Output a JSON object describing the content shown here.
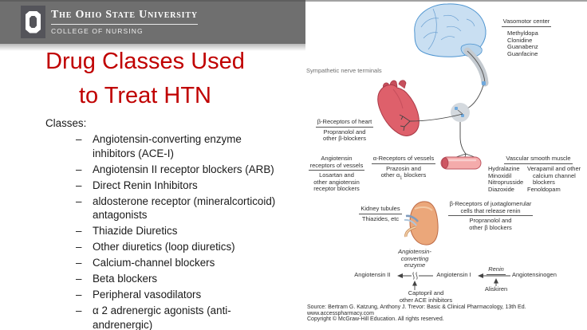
{
  "header": {
    "university": "The Ohio State University",
    "college": "COLLEGE OF NURSING"
  },
  "title": {
    "line1": "Drug Classes Used",
    "line2": "to Treat HTN"
  },
  "classes": {
    "heading": "Classes:",
    "items": [
      "Angiotensin-converting enzyme\ninhibitors (ACE-I)",
      "Angiotensin II receptor blockers (ARB)",
      "Direct Renin Inhibitors",
      "aldosterone receptor (mineralcorticoid)\nantagonists",
      "Thiazide Diuretics",
      "Other diuretics (loop diuretics)",
      "Calcium-channel blockers",
      "Beta blockers",
      "Peripheral vasodilators",
      "α 2 adrenergic agonists (anti-\nandrenergic)"
    ]
  },
  "diagram": {
    "sympathetic": "Sympathetic nerve terminals",
    "vasomotor": {
      "header": "Vasomotor center",
      "drugs": [
        "Methyldopa",
        "Clonidine",
        "Guanabenz",
        "Guanfacine"
      ]
    },
    "beta_heart": {
      "header": "β-Receptors of heart",
      "line1": "Propranolol and",
      "line2": "other β-blockers"
    },
    "ang_vessels": {
      "header_line1": "Angiotensin",
      "header_line2": "receptors of vessels",
      "line1": "Losartan and",
      "line2": "other angiotensin",
      "line3": "receptor blockers"
    },
    "alpha_vessels": {
      "header": "α-Receptors of vessels",
      "line1": "Prazosin and",
      "line2_pre": "other α",
      "line2_sub": "1",
      "line2_post": " blockers"
    },
    "vascular": {
      "header": "Vascular smooth muscle",
      "col1": [
        "Hydralazine",
        "Minoxidil",
        "Nitroprusside",
        "Diazoxide"
      ],
      "col2": [
        "Verapamil and other",
        "calcium channel",
        "blockers",
        "Fenoldopam"
      ]
    },
    "juxta": {
      "header_line1": "β-Receptors of juxtaglomerular",
      "header_line2": "cells that release renin",
      "line1": "Propranolol and",
      "line2": "other β blockers"
    },
    "kidney_tubules": {
      "header": "Kidney tubules",
      "line1": "Thiazides, etc"
    },
    "ace": {
      "line1": "Angiotensin-",
      "line2": "converting",
      "line3": "enzyme"
    },
    "pathway": {
      "ang2": "Angiotensin II",
      "ang1": "Angiotensin I",
      "renin": "Renin",
      "angiotensinogen": "Angiotensinogen",
      "aliskiren": "Aliskiren",
      "captopril_line1": "Captopril and",
      "captopril_line2": "other ACE inhibitors"
    },
    "source_line1": "Source: Bertram G. Katzung, Anthony J. Trevor: Basic & Clinical Pharmacology, 13th Ed.",
    "source_line2": "www.accesspharmacy.com",
    "source_line3": "Copyright © McGraw-Hill Education. All rights reserved."
  },
  "colors": {
    "header_bar_gray": "#6F6F6F",
    "title_red": "#C00000",
    "brain_blue": "#C9DFF2",
    "heart_red": "#DE606B",
    "vessel_pink": "#F4ABAB",
    "kidney_tan": "#EBA77A",
    "synapse_blue": "#6FA8DC"
  }
}
